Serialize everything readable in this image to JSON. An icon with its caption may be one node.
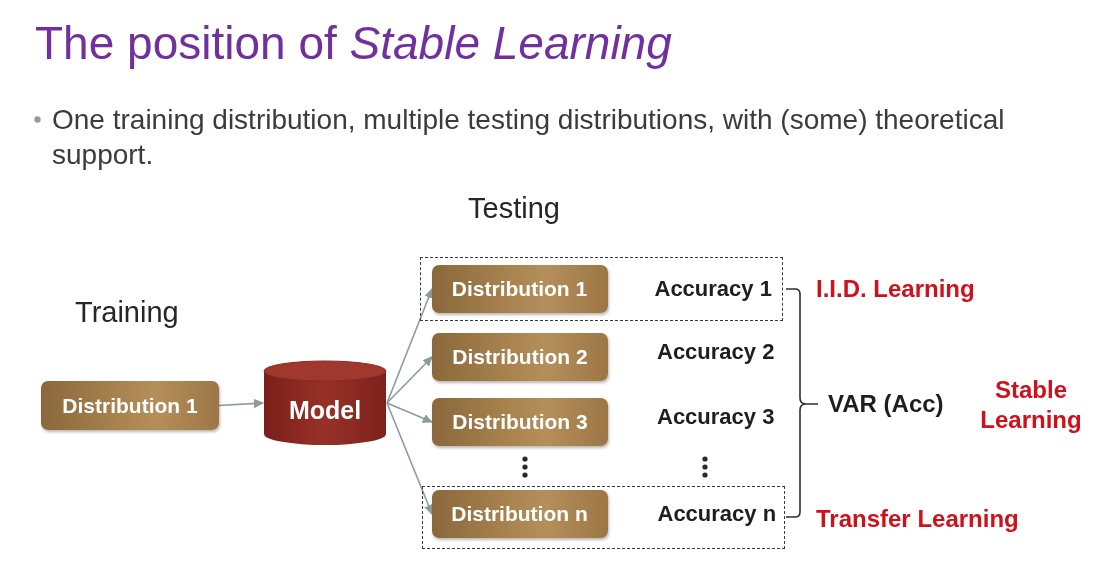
{
  "diagram": {
    "title": "The position of *Stable Learning*",
    "nodes": [
      {
        "text": [
          "Distribution 1"
        ]
      },
      {
        "text": [
          "Model"
        ]
      },
      {
        "text": [],
        "shape": "box"
      },
      {
        "text": [
          "Distribution 1"
        ],
        "in": 2,
        "beside": [
          "Accuracy 1"
        ]
      },
      {
        "text": [
          "Distribution 2"
        ],
        "beside": [
          "Accuracy 2"
        ]
      },
      {
        "text": [
          "Distribution 3"
        ],
        "beside": [
          "Accuracy 3"
        ]
      },
      {
        "text": [],
        "shape": "box"
      },
      {
        "text": [
          "Distribution n"
        ],
        "in": 6,
        "beside": [
          "Accuracy n"
        ]
      }
    ],
    "edges": [
      {
        "from": 0,
        "to": 1,
        "arrow": "to"
      },
      {
        "from": 1,
        "to": 3,
        "arrow": "to"
      },
      {
        "from": 1,
        "to": 4,
        "arrow": "to"
      },
      {
        "from": 1,
        "to": 5,
        "arrow": "to"
      },
      {
        "from": 1,
        "to": 7,
        "arrow": "to"
      }
    ],
    "labels": [
      "One training distribution, multiple testing distributions, with (some) theoretical support.",
      "Testing",
      "Training",
      "I.I.D. Learning",
      "VAR (Acc)",
      "Stable Learning",
      "Transfer Learning"
    ]
  }
}
